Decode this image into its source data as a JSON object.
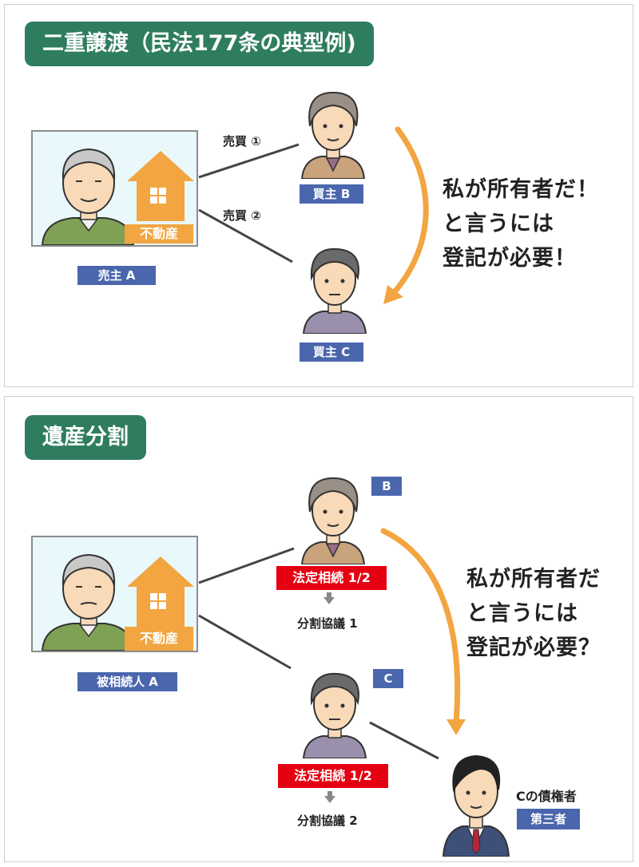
{
  "top": {
    "title": "二重譲渡（民法177条の典型例)",
    "seller_label": "売主 A",
    "property_label": "不動産",
    "sale1": "売買 ①",
    "sale2": "売買 ②",
    "buyer_b": "買主 B",
    "buyer_c": "買主 C",
    "message": [
      "私が所有者だ！",
      "と言うには",
      "登記が必要！"
    ]
  },
  "bottom": {
    "title": "遺産分割",
    "decedent_label": "被相続人 A",
    "property_label": "不動産",
    "heir_b": "B",
    "heir_c": "C",
    "statutory_b": "法定相続 1/2",
    "statutory_c": "法定相続 1/2",
    "division_b": "分割協議 1",
    "division_c": "分割協議 2",
    "creditor_label": "Cの債権者",
    "third_party": "第三者",
    "message": [
      "私が所有者だ",
      "と言うには",
      "登記が必要？"
    ]
  },
  "colors": {
    "title_green": "#2e7d5e",
    "badge_blue": "#4a66ad",
    "badge_red": "#e50012",
    "house_orange": "#f2a541",
    "arrow_orange": "#f2a541"
  }
}
